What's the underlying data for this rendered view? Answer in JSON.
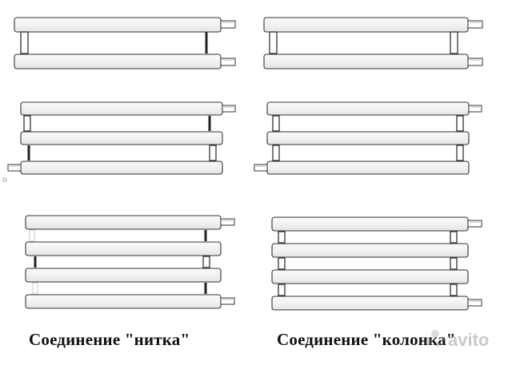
{
  "captions": {
    "left": "Соединение \"нитка\"",
    "right": "Соединение \"колонка\""
  },
  "watermark": "avito",
  "colors": {
    "tube_fill": "#f1f1f1",
    "tube_stroke": "#333333",
    "background": "#ffffff"
  }
}
